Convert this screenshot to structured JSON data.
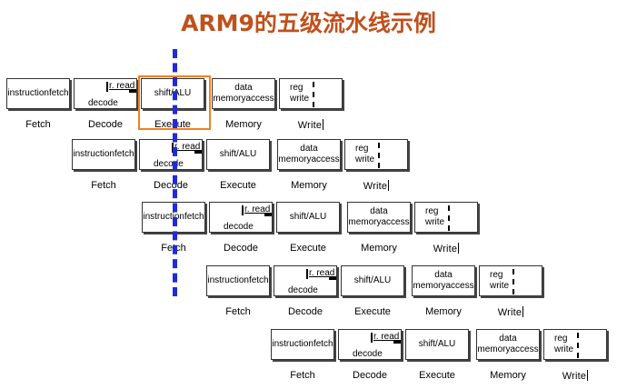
{
  "title": "ARM9的五级流水线示例",
  "stages": {
    "fetch": {
      "box_text": [
        "instruction",
        "fetch"
      ],
      "label": "Fetch"
    },
    "decode": {
      "box_top": "r. read",
      "box_bottom": "decode",
      "label": "Decode"
    },
    "execute": {
      "box_text": "shift/ALU",
      "label": "Execute"
    },
    "memory": {
      "box_text": [
        "data memory",
        "access"
      ],
      "label": "Memory"
    },
    "write": {
      "box_text": [
        "reg",
        "write"
      ],
      "label": "Write"
    }
  },
  "instruction_count": 5,
  "colors": {
    "title": "#c0501c",
    "divider": "#1f2bd8",
    "highlight": "#f08022"
  }
}
